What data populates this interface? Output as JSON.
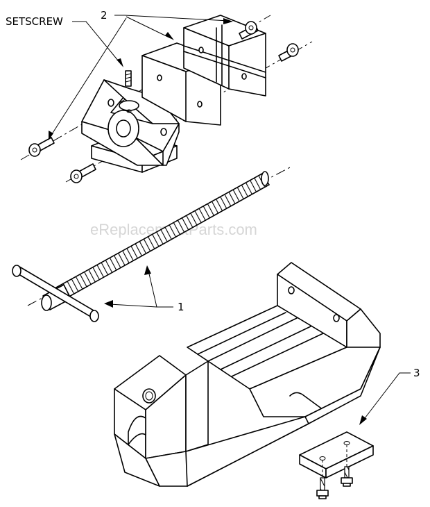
{
  "labels": {
    "setscrew": "SETSCREW",
    "callout_1": "1",
    "callout_2": "2",
    "callout_3": "3"
  },
  "watermark": "eReplacementParts.com"
}
